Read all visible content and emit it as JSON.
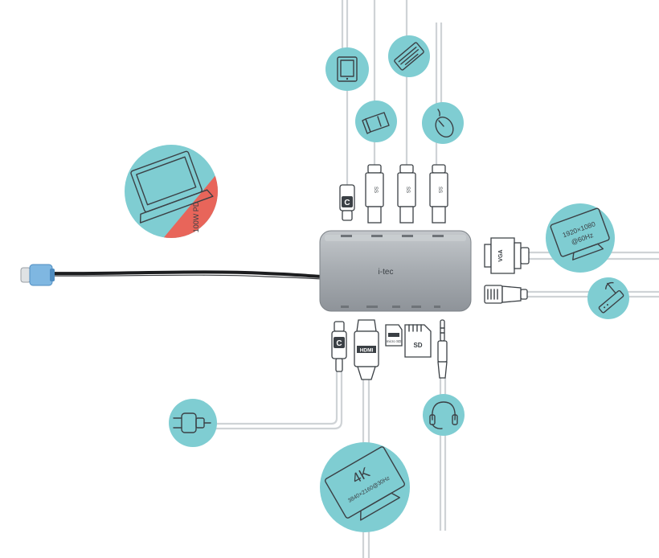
{
  "colors": {
    "accent": "#7fcdd2",
    "power_accent": "#e8655a",
    "cable": "#cfd3d6",
    "hub": "#a9aeb3",
    "outline": "#3b4045"
  },
  "labels": {
    "usb_c_plug": "C",
    "usb3_plug": "SS",
    "hdmi_plug": "HDMI",
    "vga_plug": "VGA",
    "laptop_power": "100W PD",
    "monitor_vga_line1": "1920×1080",
    "monitor_vga_line2": "@60Hz",
    "monitor_4k_big": "4K",
    "monitor_4k_small": "3840×2160@30Hz",
    "sd_card": "SD",
    "micro_sd": "micro SD",
    "hub_brand": "i-tec"
  },
  "icons": {
    "tablet": "tablet-icon",
    "usb_stick": "usb-stick-icon",
    "keyboard": "keyboard-icon",
    "mouse": "mouse-icon",
    "laptop": "laptop-icon",
    "monitor_vga": "monitor-icon",
    "router": "router-icon",
    "power_plug": "power-plug-icon",
    "headset": "headset-icon",
    "monitor_4k": "monitor-4k-icon"
  }
}
